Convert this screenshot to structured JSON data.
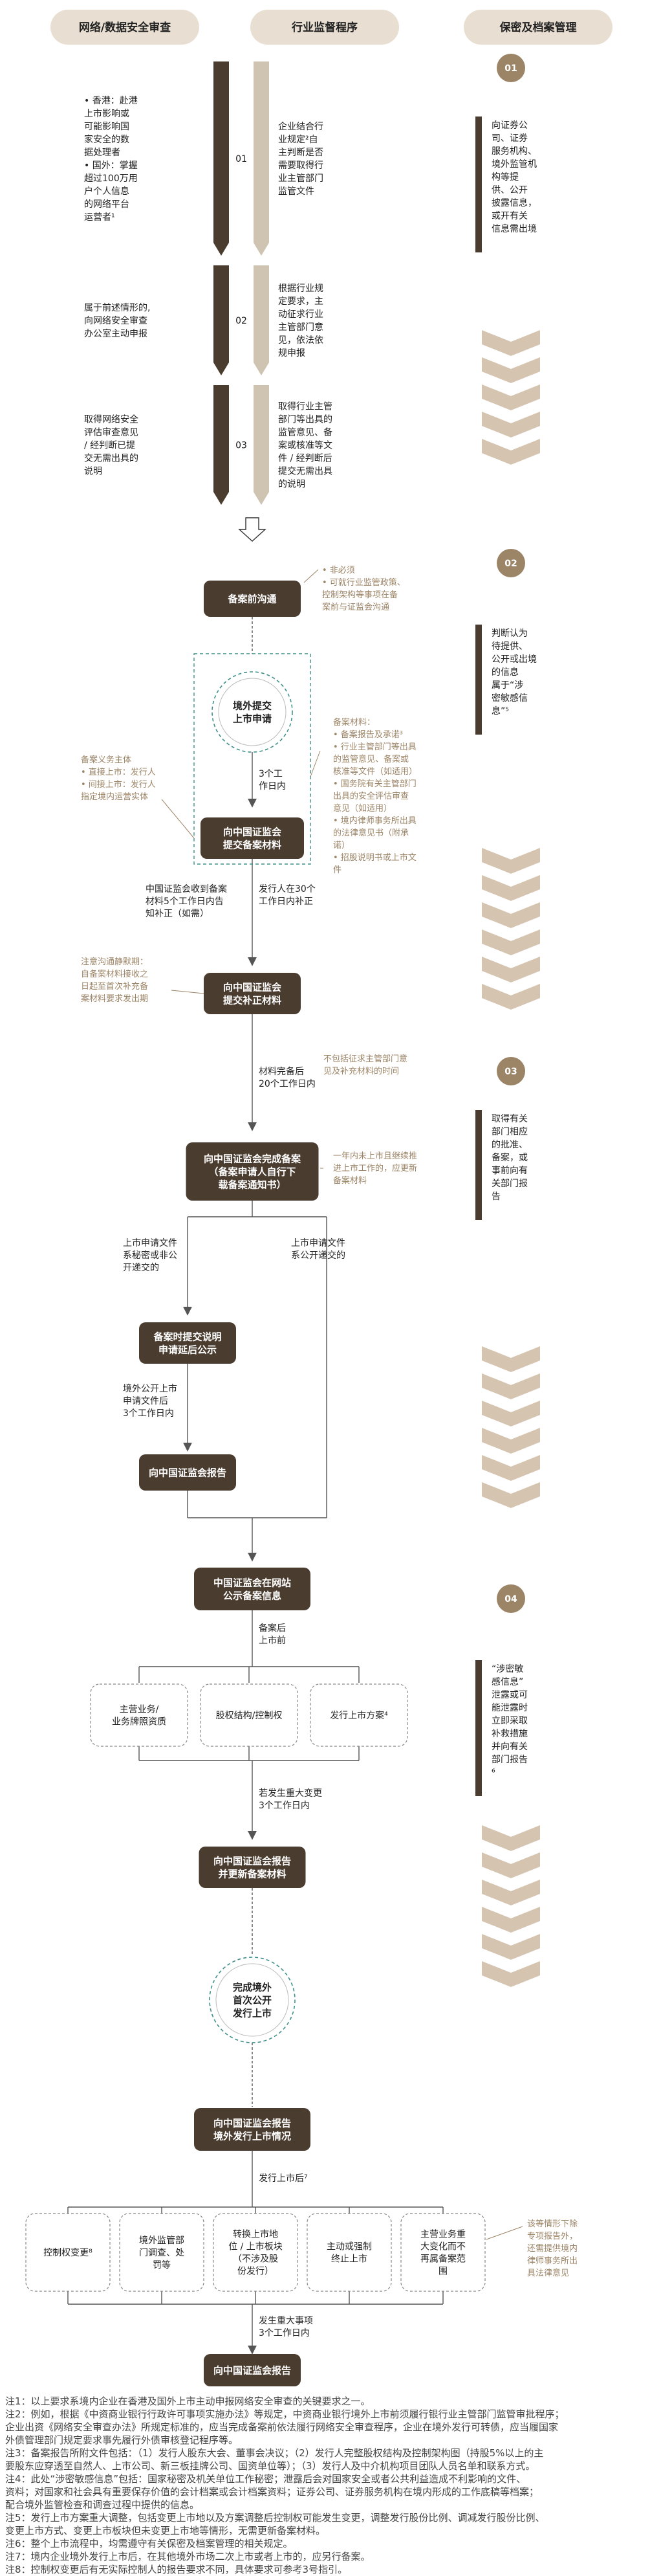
{
  "headers": [
    "网络/数据安全审查",
    "行业监督程序",
    "保密及档案管理"
  ],
  "steps": [
    {
      "num": "01",
      "left": [
        "• 香港：赴港",
        "上市影响或",
        "可能影响国",
        "家安全的数",
        "据处理者",
        "• 国外：掌握",
        "超过100万用",
        "户个人信息",
        "的网络平台",
        "运营者¹"
      ],
      "right": [
        "企业结合行",
        "业规定²自",
        "主判断是否",
        "需要取得行",
        "业主管部门",
        "监管文件"
      ]
    },
    {
      "num": "02",
      "left": [
        "属于前述情形的,",
        "向网络安全审查",
        "办公室主动申报"
      ],
      "right": [
        "根据行业规",
        "定要求，主",
        "动征求行业",
        "主管部门意",
        "见，依法依",
        "规申报"
      ]
    },
    {
      "num": "03",
      "left": [
        "取得网络安全",
        "评估审查意见",
        "/ 经判断已提",
        "交无需出具的",
        "说明"
      ],
      "right": [
        "取得行业主管",
        "部门等出具的",
        "监管意见、备",
        "案或核准等文",
        "件 / 经判断后",
        "提交无需出具",
        "的说明"
      ]
    }
  ],
  "flow": {
    "pre_comm": "备案前沟通",
    "pre_comm_note": [
      "• 非必须",
      "• 可就行业监管政策、",
      "控制架构等事项在备",
      "案前与证监会沟通"
    ],
    "submit_circle": [
      "境外提交",
      "上市申请"
    ],
    "three_days": [
      "3个工",
      "作日内"
    ],
    "submit_box": [
      "向中国证监会",
      "提交备案材料"
    ],
    "submit_note": [
      "备案材料：",
      "• 备案报告及承诺³",
      "• 行业主管部门等出具",
      "的监管意见、备案或",
      "核准等文件（如适用）",
      "• 国务院有关主管部门",
      "出具的安全评估审查",
      "意见（如适用）",
      "• 境内律师事务所出具",
      "的法律意见书（附承",
      "诺）",
      "• 招股说明书或上市文",
      "件"
    ],
    "obligor_note": [
      "备案义务主体",
      "• 直接上市：发行人",
      "• 间接上市：发行人",
      "指定境内运营实体"
    ],
    "csrc_receive": [
      "中国证监会收到备案",
      "材料5个工作日内告",
      "知补正（如需）"
    ],
    "issuer_supplement": [
      "发行人在30个",
      "工作日内补正"
    ],
    "supplement_box": [
      "向中国证监会",
      "提交补正材料"
    ],
    "supplement_note": [
      "注意沟通静默期：",
      "自备案材料接收之",
      "日起至首次补充备",
      "案材料要求发出期"
    ],
    "materials_complete": [
      "材料完备后",
      "20个工作日内"
    ],
    "excluded_note": [
      "不包括征求主管部门意",
      "见及补充材料的时间"
    ],
    "complete_box": [
      "向中国证监会完成备案",
      "（备案申请人自行下",
      "载备案通知书）"
    ],
    "validity_note": [
      "一年内未上市且继续推",
      "进上市工作的，应更新",
      "备案材料"
    ],
    "secret_submit": [
      "上市申请文件",
      "系秘密或非公",
      "开递交的"
    ],
    "public_submit": [
      "上市申请文件",
      "系公开递交的"
    ],
    "delay_box": [
      "备案时提交说明",
      "申请延后公示"
    ],
    "after_public": [
      "境外公开上市",
      "申请文件后",
      "3个工作日内"
    ],
    "report_box": "向中国证监会报告",
    "publish_box": [
      "中国证监会在网站",
      "公示备案信息"
    ],
    "after_filing": [
      "备案后",
      "上市前"
    ],
    "change_items": [
      [
        "主营业务/",
        "业务牌照资质"
      ],
      [
        "股权结构/控制权"
      ],
      [
        "发行上市方案⁴"
      ]
    ],
    "major_change": [
      "若发生重大变更",
      "3个工作日内"
    ],
    "change_report_box": [
      "向中国证监会报告",
      "并更新备案材料"
    ],
    "listing_circle": [
      "完成境外",
      "首次公开",
      "发行上市"
    ],
    "listing_report_box": [
      "向中国证监会报告",
      "境外发行上市情况"
    ],
    "post_listing": "发行上市后⁷",
    "post_items": [
      [
        "控制权变更⁸"
      ],
      [
        "境外监管部",
        "门调查、处",
        "罚等"
      ],
      [
        "转换上市地",
        "位 / 上市板块",
        "（不涉及股",
        "份发行）"
      ],
      [
        "主动或强制",
        "终止上市"
      ],
      [
        "主营业务重",
        "大变化而不",
        "再属备案范",
        "围"
      ]
    ],
    "post_note": [
      "该等情形下除",
      "专项报告外，",
      "还需提供境内",
      "律师事务所出",
      "具法律意见"
    ],
    "post_major": [
      "发生重大事项",
      "3个工作日内"
    ],
    "final_box": "向中国证监会报告"
  },
  "archive": [
    {
      "num": "01",
      "text": [
        "向证券公",
        "司、证券",
        "服务机构、",
        "境外监管机",
        "构等提",
        "供、公开",
        "披露信息，",
        "或开有关",
        "信息需出境"
      ]
    },
    {
      "num": "02",
      "text": [
        "判断认为",
        "待提供、",
        "公开或出境",
        "的信息",
        "属于“涉",
        "密敏感信",
        "息”⁵"
      ]
    },
    {
      "num": "03",
      "text": [
        "取得有关",
        "部门相应",
        "的批准、",
        "备案，或",
        "事前向有",
        "关部门报",
        "告"
      ]
    },
    {
      "num": "04",
      "text": [
        "“涉密敏",
        "感信息”",
        "泄露或可",
        "能泄露时",
        "立即采取",
        "补救措施",
        "并向有关",
        "部门报告",
        "⁶"
      ]
    }
  ],
  "notes": [
    "注1：以上要求系境内企业在香港及国外上市主动申报网络安全审查的关键要求之一。",
    "注2：例如，根据《中资商业银行行政许可事项实施办法》等规定，中资商业银行境外上市前须履行银行业主管部门监管审批程序；",
    "企业出资《网络安全审查办法》所规定标准的，应当完成备案前依法履行网络安全审查程序，企业在境外发行可转债，应当履国家",
    "外债管理部门规定要求事先履行外债审核登记程序等。",
    "注3：备案报告所附文件包括：（1）发行人股东大会、董事会决议；（2）发行人完整股权结构及控制架构图（持股5%以上的主",
    "要股东应穿透至自然人、上市公司、新三板挂牌公司、国资单位等）；（3）发行人及中介机构项目团队人员名单和联系方式。",
    "注4：此处“涉密敏感信息”包括：国家秘密及机关单位工作秘密；泄露后会对国家安全或者公共利益造成不利影响的文件、",
    "资料；对国家和社会具有重要保存价值的会计档案或会计档案资料；证券公司、证券服务机构在境内形成的工作底稿等档案；",
    "配合境外监管检查和调查过程中提供的信息。",
    "注5：发行上市方案重大调整，包括变更上市地以及方案调整后控制权可能发生变更，调整发行股份比例、调减发行股份比例、",
    "变更上市方式、变更上市板块但未变更上市地等情形，无需更新备案材料。",
    "注6：整个上市流程中，均需遵守有关保密及档案管理的相关规定。",
    "注7：境内企业境外发行上市后，在其他境外市场二次上市或者上市的，应另行备案。",
    "注8：控制权变更后有无实际控制人的报告要求不同，具体要求可参考3号指引。"
  ],
  "colors": {
    "accent": "#4a3c2f",
    "tan": "#9c8466",
    "light": "#cfc3b2",
    "pale": "#e8dfd2",
    "teal": "#3f8f8a",
    "chevron": "#d4c4b0"
  }
}
